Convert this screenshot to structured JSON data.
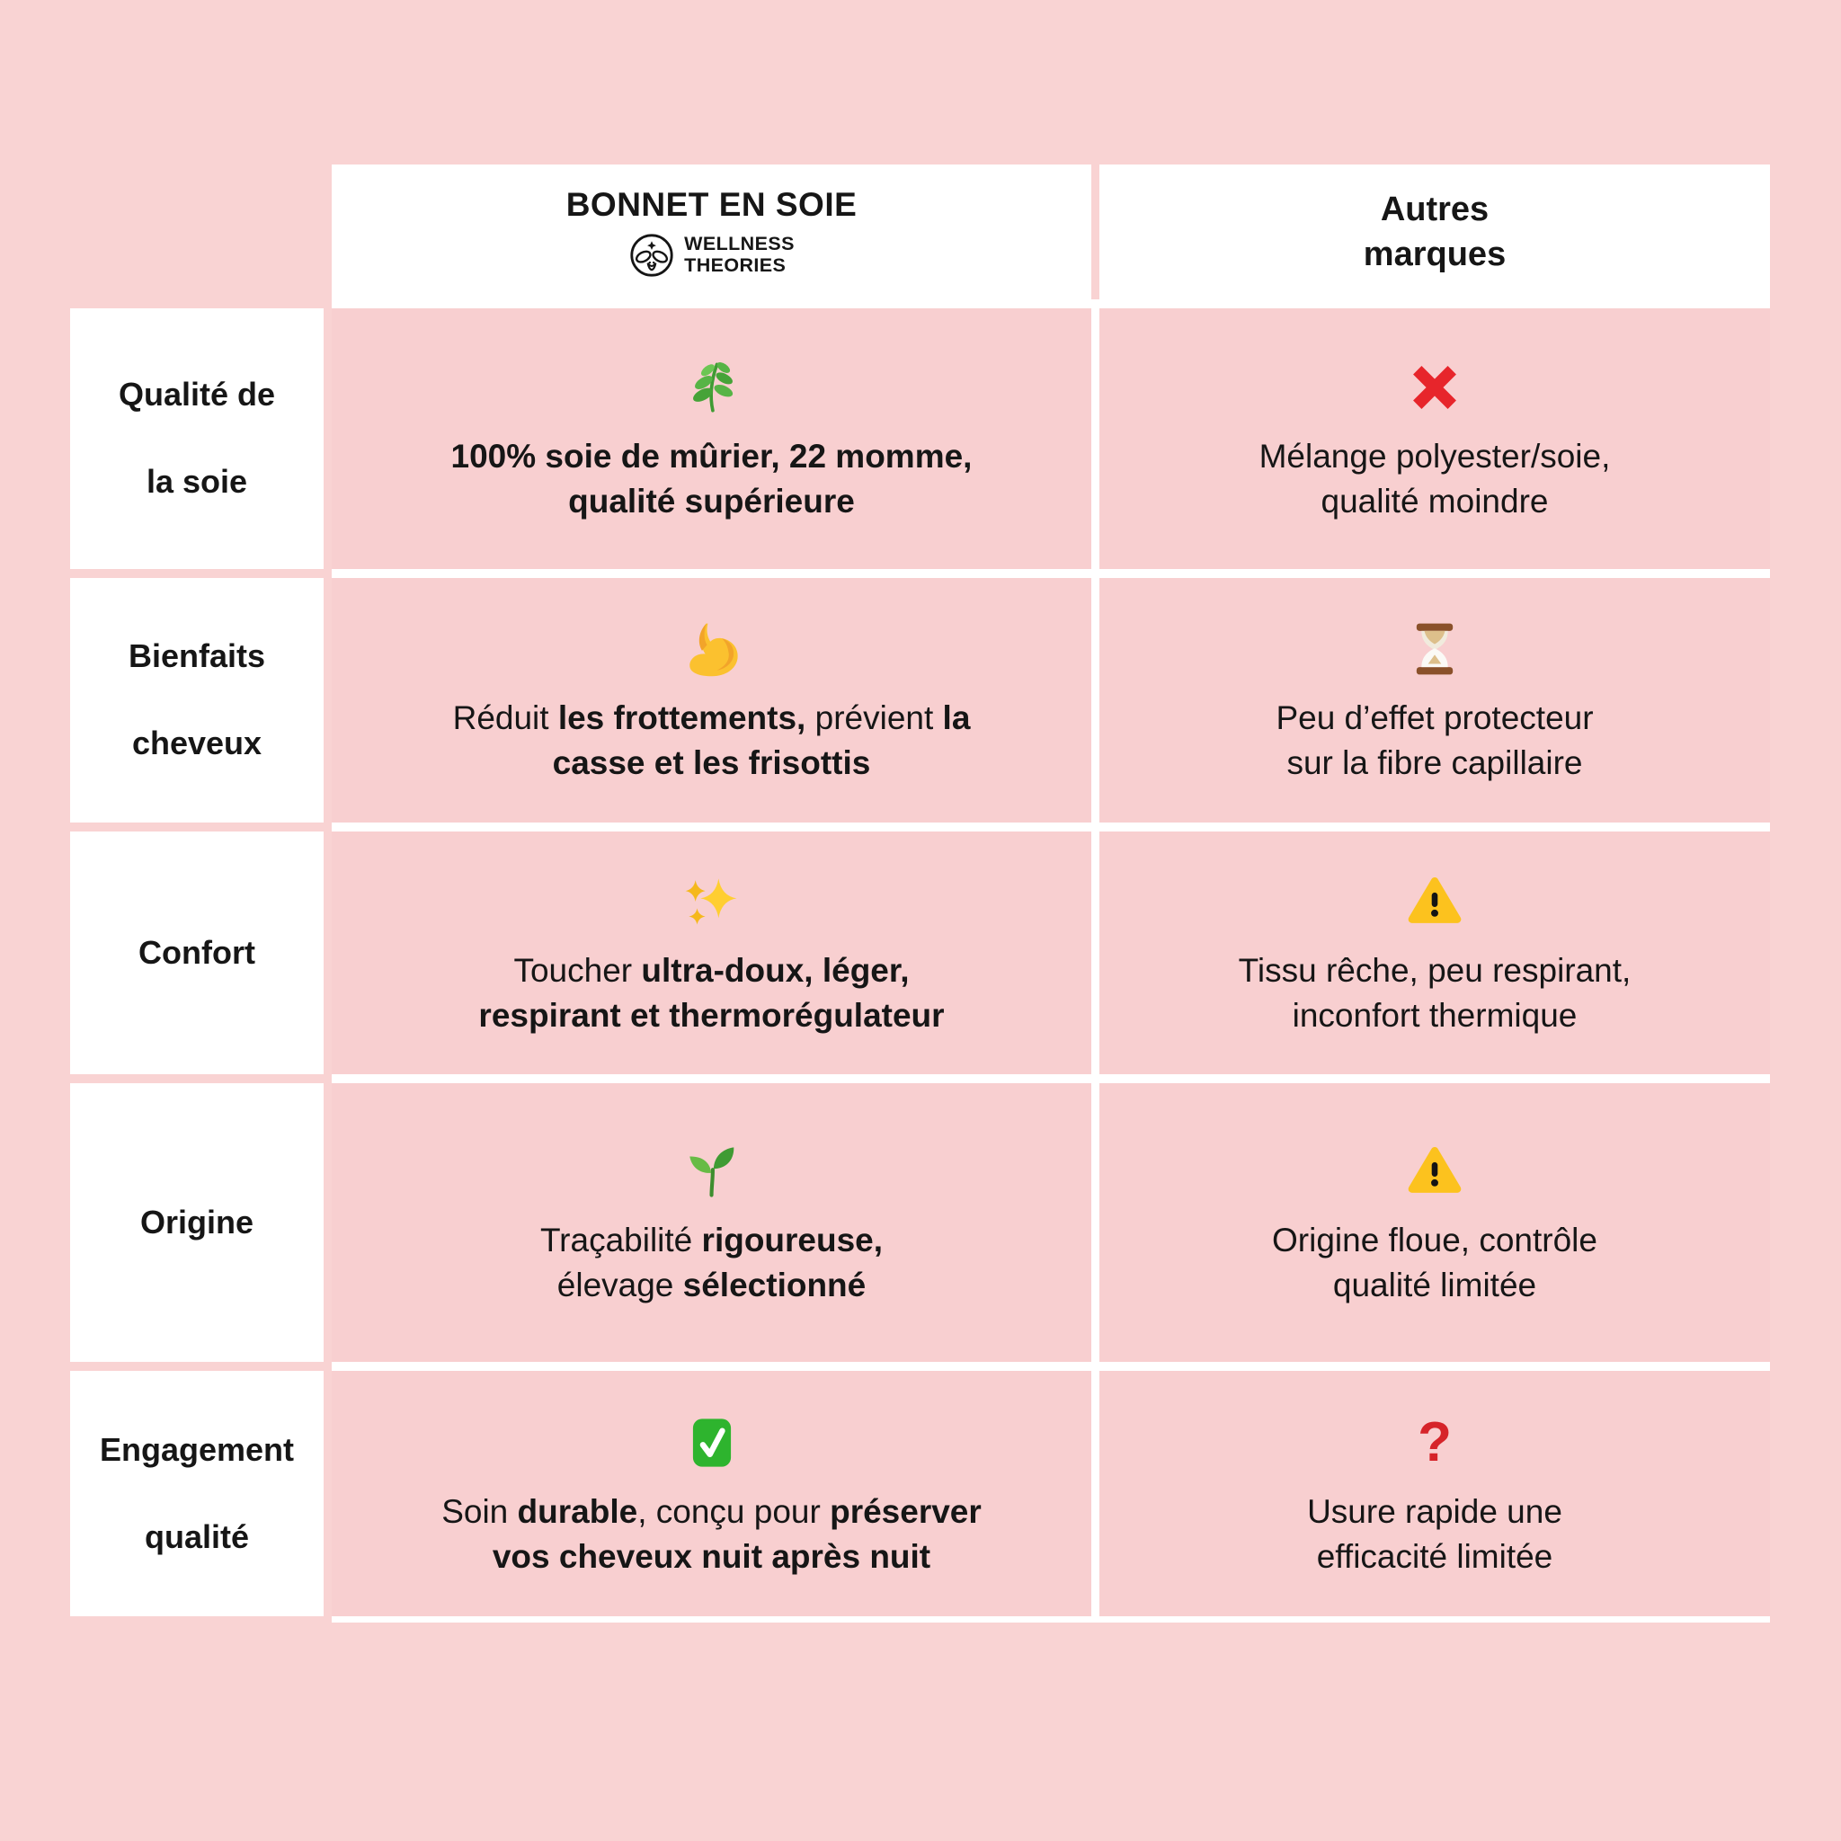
{
  "colors": {
    "page_background": "#f9d3d3",
    "cell_pink": "#f8cfd0",
    "text": "#161616",
    "cross_red": "#e7252b",
    "question_red": "#d6242a",
    "warning_yellow": "#fcc21e",
    "check_green": "#2eb42e"
  },
  "header": {
    "brand_title": "BONNET EN SOIE",
    "brand_logo_icon": "bee",
    "brand_logo_lines": [
      "WELLNESS",
      "THEORIES"
    ],
    "others_title_lines": [
      "Autres",
      "marques"
    ]
  },
  "rows": [
    {
      "label_lines": [
        "Qualité de",
        "la soie"
      ],
      "brand": {
        "icon": "herb",
        "segments": [
          {
            "t": "100% soie de mûrier, 22 momme,",
            "b": true
          },
          {
            "br": true
          },
          {
            "t": "qualité supérieure",
            "b": true
          }
        ]
      },
      "others": {
        "icon": "cross",
        "segments": [
          {
            "t": "Mélange polyester/soie,",
            "b": false
          },
          {
            "br": true
          },
          {
            "t": "qualité moindre",
            "b": false
          }
        ]
      }
    },
    {
      "label_lines": [
        "Bienfaits",
        "cheveux"
      ],
      "brand": {
        "icon": "biceps",
        "segments": [
          {
            "t": "Réduit ",
            "b": false
          },
          {
            "t": "les frottements,",
            "b": true
          },
          {
            "t": " prévient ",
            "b": false
          },
          {
            "t": "la",
            "b": true
          },
          {
            "br": true
          },
          {
            "t": "casse et les frisottis",
            "b": true
          }
        ]
      },
      "others": {
        "icon": "hourglass",
        "segments": [
          {
            "t": "Peu d’effet protecteur",
            "b": false
          },
          {
            "br": true
          },
          {
            "t": "sur la fibre capillaire",
            "b": false
          }
        ]
      }
    },
    {
      "label_lines": [
        "Confort"
      ],
      "brand": {
        "icon": "sparkles",
        "segments": [
          {
            "t": "Toucher ",
            "b": false
          },
          {
            "t": "ultra-doux, léger,",
            "b": true
          },
          {
            "br": true
          },
          {
            "t": "respirant et thermorégulateur",
            "b": true
          }
        ]
      },
      "others": {
        "icon": "warning",
        "segments": [
          {
            "t": "Tissu rêche, peu respirant,",
            "b": false
          },
          {
            "br": true
          },
          {
            "t": "inconfort thermique",
            "b": false
          }
        ]
      }
    },
    {
      "label_lines": [
        "Origine"
      ],
      "brand": {
        "icon": "seedling",
        "segments": [
          {
            "t": "Traçabilité ",
            "b": false
          },
          {
            "t": "rigoureuse,",
            "b": true
          },
          {
            "br": true
          },
          {
            "t": "élevage ",
            "b": false
          },
          {
            "t": "sélectionné",
            "b": true
          }
        ]
      },
      "others": {
        "icon": "warning",
        "segments": [
          {
            "t": "Origine floue, contrôle",
            "b": false
          },
          {
            "br": true
          },
          {
            "t": "qualité limitée",
            "b": false
          }
        ]
      }
    },
    {
      "label_lines": [
        "Engagement",
        "qualité"
      ],
      "brand": {
        "icon": "check",
        "segments": [
          {
            "t": "Soin ",
            "b": false
          },
          {
            "t": "durable",
            "b": true
          },
          {
            "t": ", conçu pour ",
            "b": false
          },
          {
            "t": "préserver",
            "b": true
          },
          {
            "br": true
          },
          {
            "t": "vos cheveux nuit après nuit",
            "b": true
          }
        ]
      },
      "others": {
        "icon": "question",
        "segments": [
          {
            "t": "Usure rapide une",
            "b": false
          },
          {
            "br": true
          },
          {
            "t": "efficacité limitée",
            "b": false
          }
        ]
      }
    }
  ]
}
